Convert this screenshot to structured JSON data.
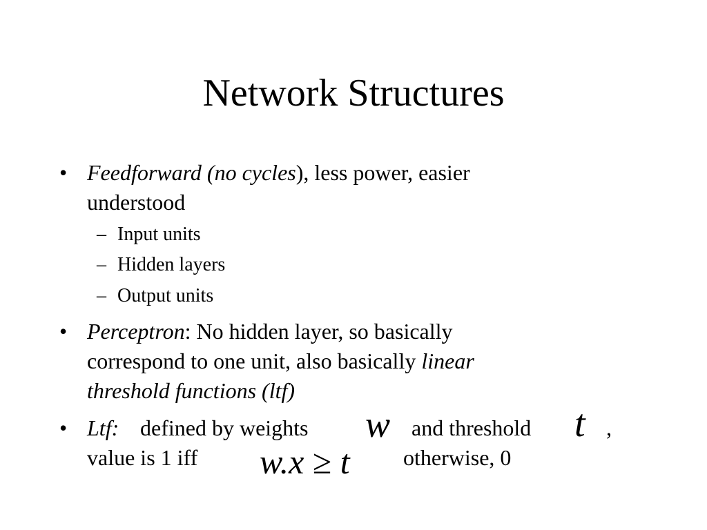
{
  "slide": {
    "title": "Network Structures",
    "bullet_symbol": "•",
    "dash_symbol": "–",
    "bullet1": {
      "italic": "Feedforward (no cycles",
      "rest_line1": "), less power, easier",
      "line2": "understood",
      "subitems": [
        "Input units",
        "Hidden layers",
        "Output units"
      ]
    },
    "bullet2": {
      "italic": "Perceptron",
      "rest_line1": ": No hidden layer, so basically",
      "line2_text": "correspond to one unit, also basically ",
      "line2_italic": "linear",
      "line3_italic": "threshold functions (ltf)"
    },
    "bullet3": {
      "italic": "Ltf:",
      "text_a": "defined by weights",
      "math_w": "w",
      "text_b": "and threshold",
      "math_t": "t",
      "comma": ",",
      "line2_a": "value is 1 iff",
      "math_expr_lhs": "w.x",
      "math_expr_op": "≥",
      "math_expr_rhs": "t",
      "line2_b": "otherwise, 0"
    }
  }
}
